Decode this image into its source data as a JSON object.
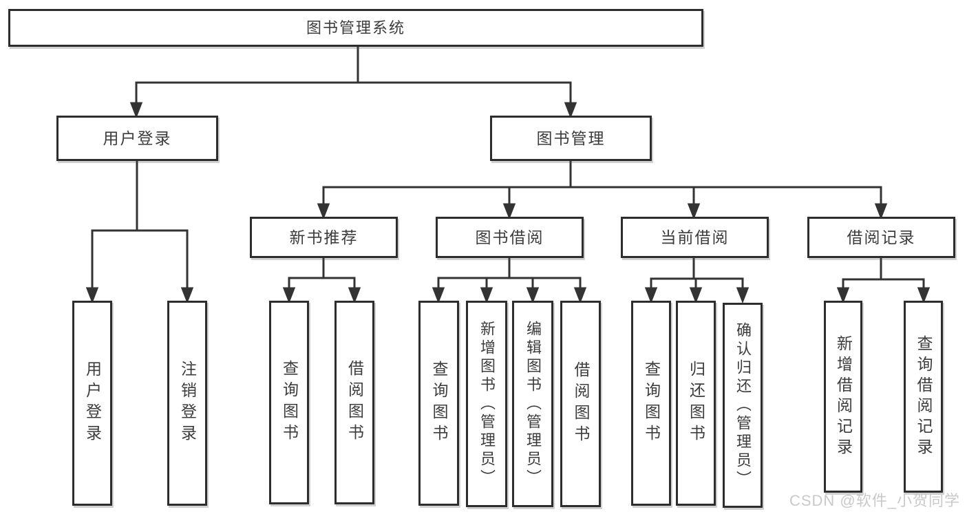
{
  "diagram": {
    "nodes": {
      "root": "图书管理系统",
      "user_login": "用户登录",
      "book_management": "图书管理",
      "new_book_recommend": "新书推荐",
      "book_borrow": "图书借阅",
      "current_borrow": "当前借阅",
      "borrow_records": "借阅记录",
      "leaf_user_login": "用户登录",
      "leaf_logout": "注销登录",
      "nbr_query_books": "查询图书",
      "nbr_borrow_books": "借阅图书",
      "bb_query_books": "查询图书",
      "bb_add_books_admin": "新增图书（管理员）",
      "bb_edit_books_admin": "编辑图书（管理员）",
      "bb_borrow_books": "借阅图书",
      "cb_query_books": "查询图书",
      "cb_return_books": "归还图书",
      "cb_confirm_return_admin": "确认归还（管理员）",
      "br_new_record": "新增借阅记录",
      "br_query_record": "查询借阅记录"
    },
    "watermark": "CSDN @软件_小贺同学",
    "colors": {
      "line": "#333333",
      "box_border": "#2d2d2d",
      "text": "#3c3c3c",
      "watermark": "#c9c9c9",
      "background": "#ffffff"
    }
  }
}
